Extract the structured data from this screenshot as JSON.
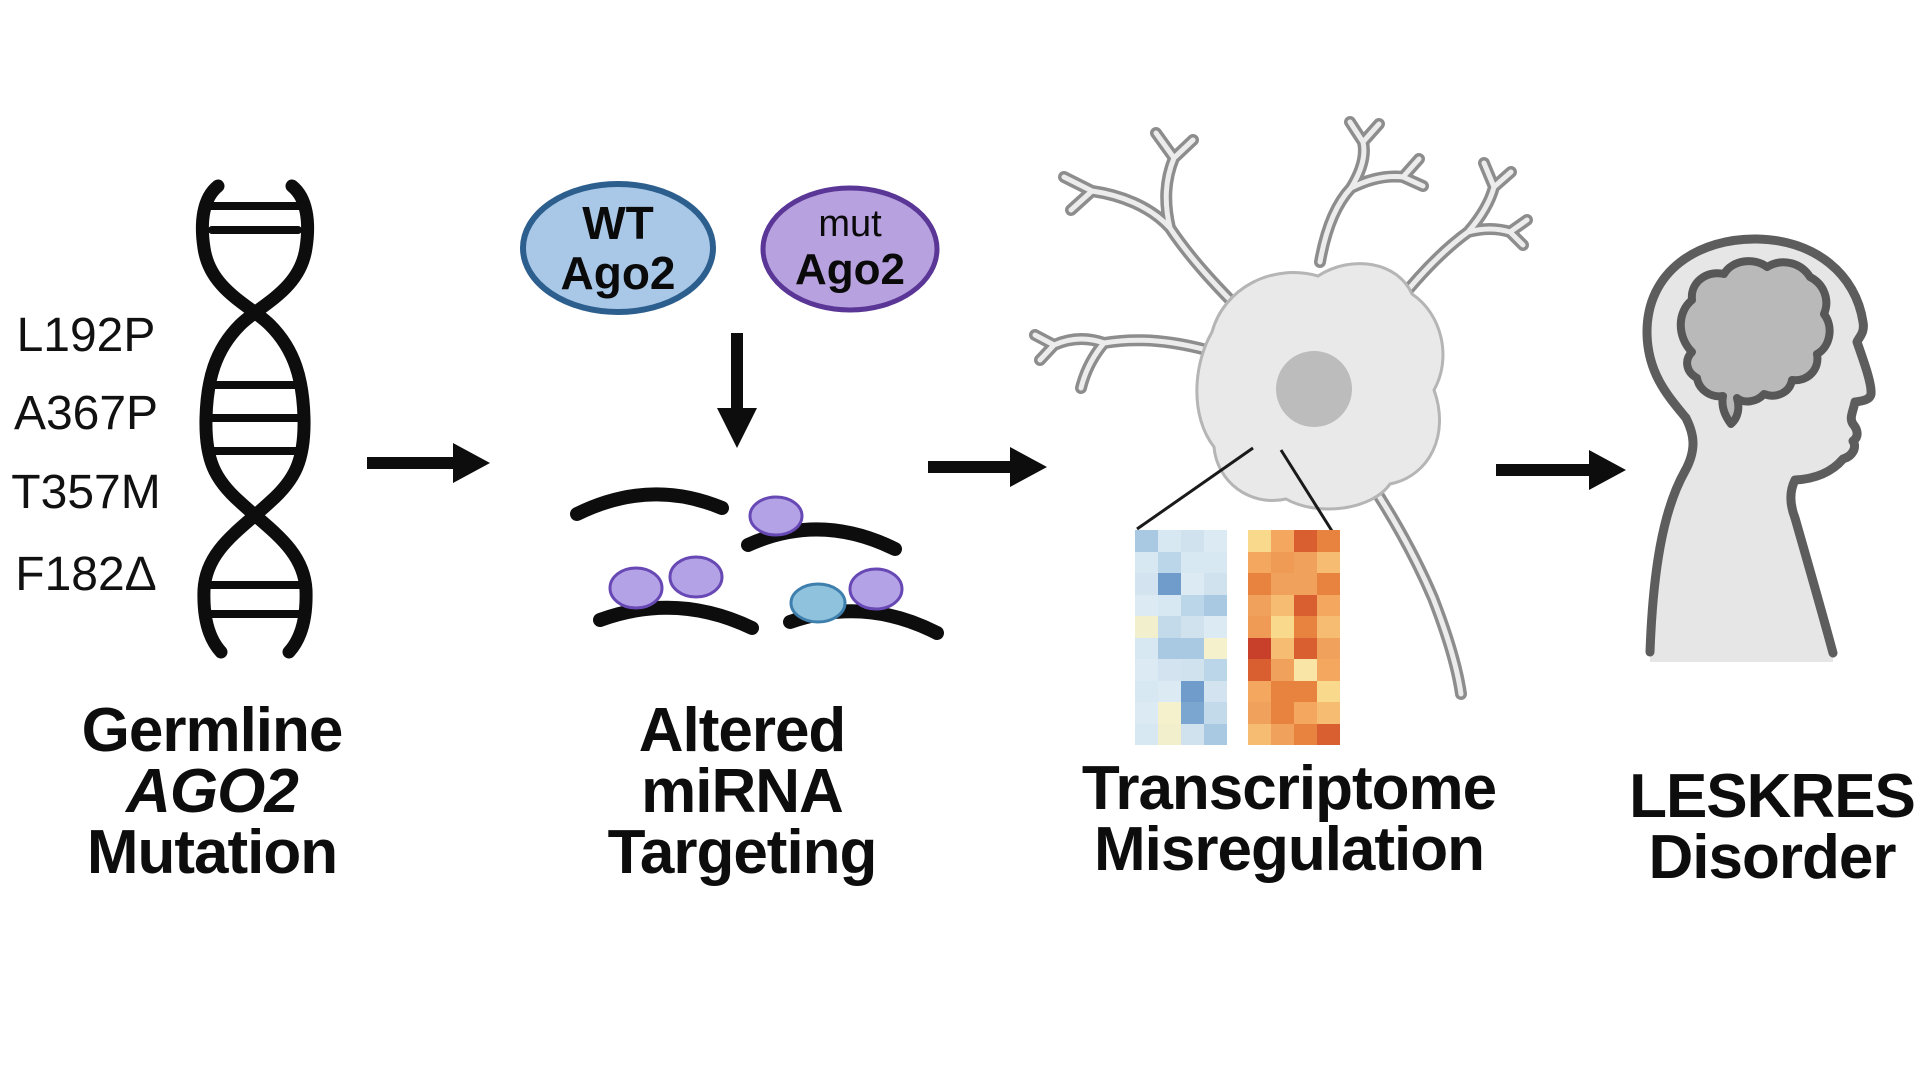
{
  "dna": {
    "mutations": [
      "L192P",
      "A367P",
      "T357M",
      "F182Δ"
    ]
  },
  "ago2_proteins": {
    "wt": {
      "line1": "WT",
      "line2": "Ago2"
    },
    "mut": {
      "line1": "mut",
      "line2": "Ago2"
    }
  },
  "captions": {
    "germline": {
      "lines": [
        "Germline",
        "AGO2",
        "Mutation"
      ]
    },
    "altered": {
      "lines": [
        "Altered",
        "miRNA",
        "Targeting"
      ]
    },
    "transcriptome": {
      "lines": [
        "Transcriptome",
        "Misregulation"
      ]
    },
    "leskres": {
      "lines": [
        "LESKRES",
        "Disorder"
      ]
    }
  },
  "colors": {
    "ink": "#0d0d0d",
    "wt_fill": "#a9c7e6",
    "wt_stroke": "#2d5f8e",
    "mut_fill": "#b7a1de",
    "mut_stroke": "#5a3697",
    "blob_purple_fill": "#b3a2e6",
    "blob_purple_stroke": "#6748b4",
    "blob_blue_fill": "#8ec2dd",
    "blob_blue_stroke": "#3f7fae",
    "neuron_gray": "#8d8d8d",
    "dendrite_core": "#ececec",
    "soma_fill": "#e9e9e9",
    "soma_stroke": "#b5b5b5",
    "nucleus_fill": "#bcbcbc",
    "callout": "#1a1a1a",
    "head_fill": "#e6e6e6",
    "head_stroke": "#5d5d5d",
    "brain_fill": "#b9b9b9",
    "brain_stroke": "#575757"
  },
  "heatmap": {
    "halves": [
      {
        "rows": [
          [
            "#a9c9e2",
            "#d8e8f2",
            "#cfe2ee",
            "#dcebf3"
          ],
          [
            "#d8e8f2",
            "#bcd6e9",
            "#d8e8f2",
            "#d8e8f2"
          ],
          [
            "#d3e4f0",
            "#6f9ccb",
            "#dcebf3",
            "#cfe2ee"
          ],
          [
            "#dcebf3",
            "#d8e8f2",
            "#bcd6e9",
            "#a9c9e2"
          ],
          [
            "#f2efcd",
            "#c3daea",
            "#cfe2ee",
            "#dcebf3"
          ],
          [
            "#d8e8f2",
            "#a9c9e2",
            "#a9c9e2",
            "#f5f1cd"
          ],
          [
            "#dcebf3",
            "#d3e4f0",
            "#cfe2ee",
            "#bcd6e9"
          ],
          [
            "#d8e8f2",
            "#dcebf3",
            "#6f9ccb",
            "#d3e4f0"
          ],
          [
            "#dcebf3",
            "#f5f1cd",
            "#7ba6d0",
            "#c3daea"
          ],
          [
            "#d8e8f2",
            "#f2efcd",
            "#cfe2ee",
            "#a9c9e2"
          ]
        ]
      },
      {
        "rows": [
          [
            "#f9d98c",
            "#f3a75f",
            "#d95f31",
            "#e8823f"
          ],
          [
            "#f3a75f",
            "#ef9a55",
            "#f0a15c",
            "#f6bc72"
          ],
          [
            "#e8823f",
            "#f0a15c",
            "#f0a15c",
            "#e8823f"
          ],
          [
            "#f0a15c",
            "#f6bc72",
            "#d95f31",
            "#f3a75f"
          ],
          [
            "#ef9a55",
            "#f9d98c",
            "#e8823f",
            "#f6bc72"
          ],
          [
            "#c8402a",
            "#f6bc72",
            "#d95f31",
            "#f0a15c"
          ],
          [
            "#d95f31",
            "#f0a15c",
            "#f9e6a6",
            "#f3a75f"
          ],
          [
            "#f3a75f",
            "#e8823f",
            "#e8823f",
            "#f9d98c"
          ],
          [
            "#f0a15c",
            "#e8823f",
            "#f3a75f",
            "#f6bc72"
          ],
          [
            "#f6bc72",
            "#f0a15c",
            "#e8823f",
            "#d95f31"
          ]
        ]
      }
    ]
  }
}
